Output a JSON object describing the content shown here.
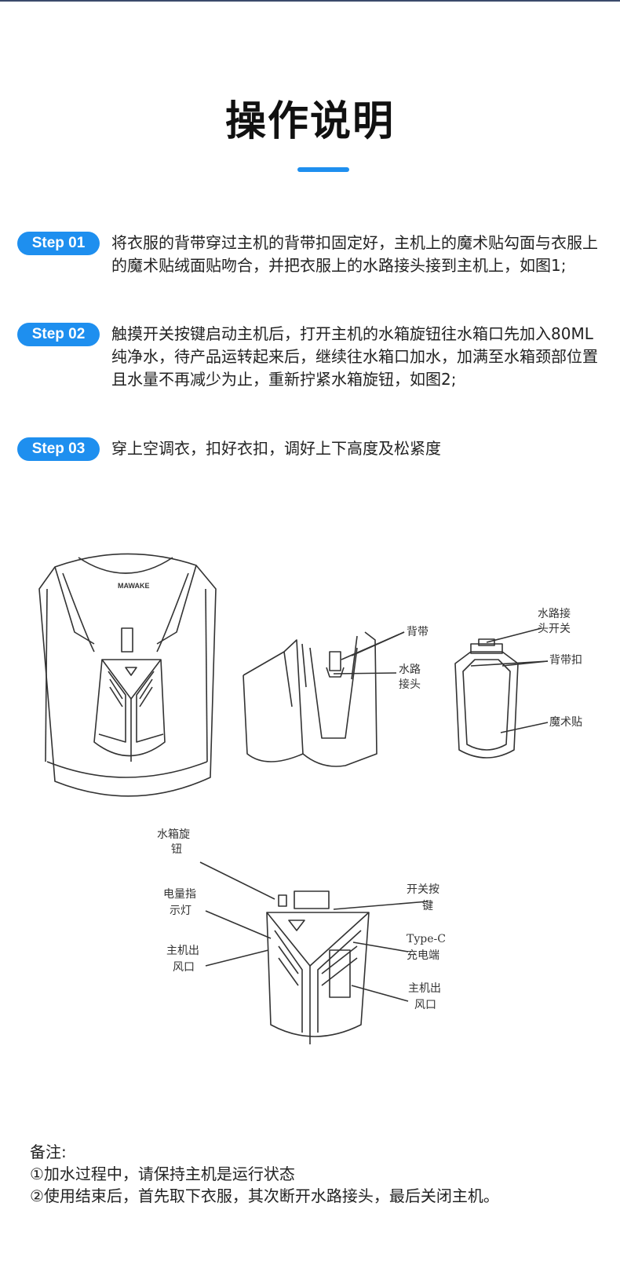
{
  "title": "操作说明",
  "steps": [
    {
      "badge": "Step 01",
      "text": "将衣服的背带穿过主机的背带扣固定好，主机上的魔术贴勾面与衣服上的魔术贴绒面贴吻合，并把衣服上的水路接头接到主机上，如图1;"
    },
    {
      "badge": "Step 02",
      "text": "触摸开关按键启动主机后，打开主机的水箱旋钮往水箱口先加入80ML纯净水，待产品运转起来后，继续往水箱口加水，加满至水箱颈部位置且水量不再减少为止，重新拧紧水箱旋钮，如图2;"
    },
    {
      "badge": "Step 03",
      "text": "穿上空调衣，扣好衣扣，调好上下高度及松紧度"
    }
  ],
  "figure1": {
    "brand": "MAWAKE",
    "labels": {
      "strap": "背带",
      "water_joint": [
        "水路",
        "接头"
      ],
      "water_switch": [
        "水路接",
        "头开关"
      ],
      "strap_buckle": "背带扣",
      "velcro": "魔术贴"
    }
  },
  "figure2": {
    "labels": {
      "tank_knob": [
        "水箱旋",
        "钮"
      ],
      "battery_light": [
        "电量指",
        "示灯"
      ],
      "outlet_left": [
        "主机出",
        "风口"
      ],
      "power_button": [
        "开关按",
        "键"
      ],
      "typec": [
        "Type-C",
        "充电端"
      ],
      "outlet_right": [
        "主机出",
        "风口"
      ]
    }
  },
  "notes": {
    "heading": "备注:",
    "items": [
      "①加水过程中，请保持主机是运行状态",
      "②使用结束后，首先取下衣服，其次断开水路接头，最后关闭主机。"
    ]
  }
}
